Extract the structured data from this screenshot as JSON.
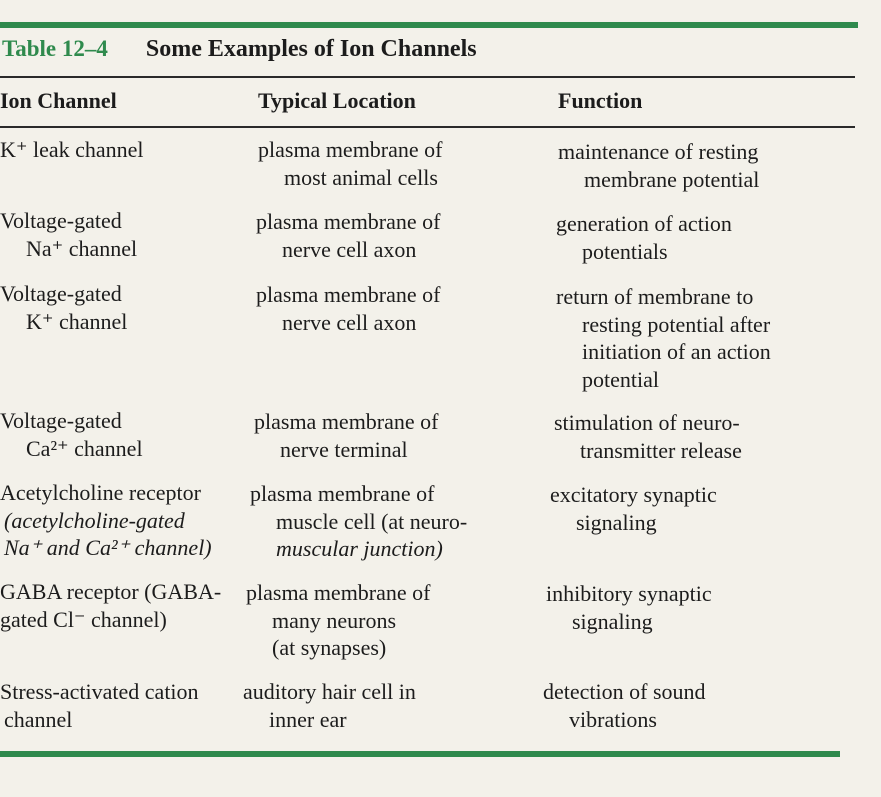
{
  "table": {
    "number": "Table 12–4",
    "title": "Some Examples of Ion Channels",
    "columns": [
      "Ion Channel",
      "Typical Location",
      "Function"
    ],
    "rows": [
      {
        "channel": [
          "K⁺ leak channel"
        ],
        "location": [
          "plasma membrane of",
          "most animal cells"
        ],
        "function": [
          "maintenance of resting",
          "membrane potential"
        ]
      },
      {
        "channel": [
          "Voltage-gated",
          "Na⁺ channel"
        ],
        "location": [
          "plasma membrane of",
          "nerve cell axon"
        ],
        "function": [
          "generation of action",
          "potentials"
        ]
      },
      {
        "channel": [
          "Voltage-gated",
          "K⁺ channel"
        ],
        "location": [
          "plasma membrane of",
          "nerve cell axon"
        ],
        "function": [
          "return of membrane to",
          "resting potential after",
          "initiation of an action",
          "potential"
        ]
      },
      {
        "channel": [
          "Voltage-gated",
          "Ca²⁺ channel"
        ],
        "location": [
          "plasma membrane of",
          "nerve terminal"
        ],
        "function": [
          "stimulation of neuro-",
          "transmitter release"
        ]
      },
      {
        "channel": [
          "Acetylcholine receptor",
          "(acetylcholine-gated",
          "Na⁺ and Ca²⁺ channel)"
        ],
        "location": [
          "plasma membrane of",
          "muscle cell (at neuro-",
          "muscular junction)"
        ],
        "function": [
          "excitatory synaptic",
          "signaling"
        ]
      },
      {
        "channel": [
          "GABA receptor (GABA-",
          "gated Cl⁻ channel)"
        ],
        "location": [
          "plasma membrane of",
          "many neurons",
          "(at synapses)"
        ],
        "function": [
          "inhibitory synaptic",
          "signaling"
        ]
      },
      {
        "channel": [
          "Stress-activated cation",
          "channel"
        ],
        "location": [
          "auditory hair cell in",
          "inner ear"
        ],
        "function": [
          "detection of sound",
          "vibrations"
        ]
      }
    ]
  },
  "colors": {
    "accent": "#2f8a4d",
    "rule": "#2a2a2a",
    "paper": "#f3f1ea"
  }
}
